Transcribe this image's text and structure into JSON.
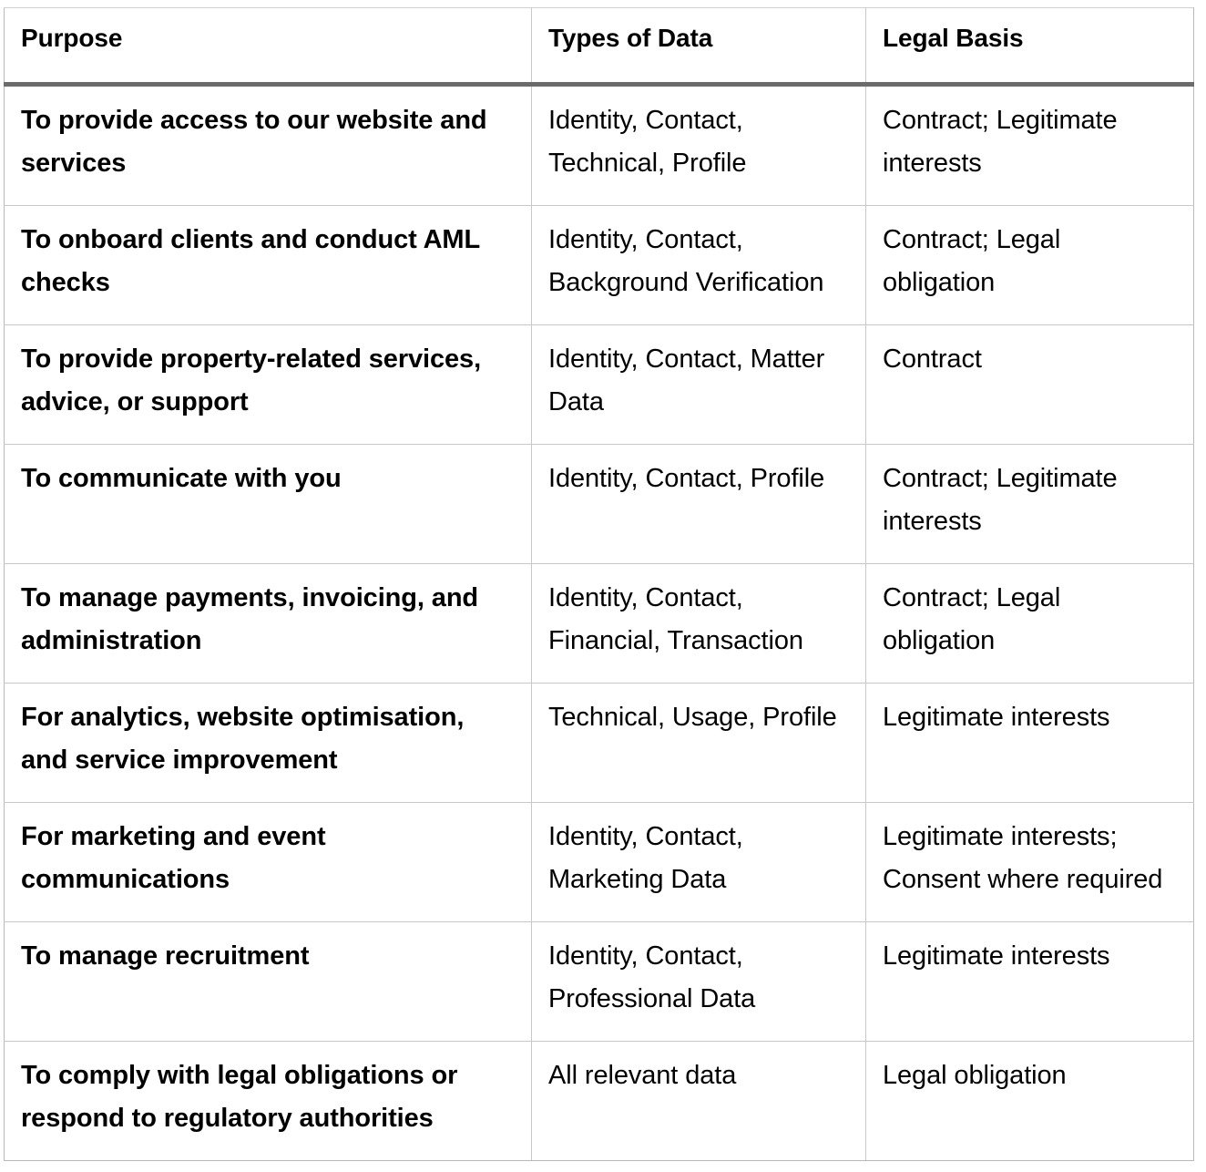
{
  "document": {
    "title": "Purpose / Types of Data / Legal Basis table",
    "accent_color": "#6b6b6b",
    "text_color": "#000000",
    "background_color": "#ffffff",
    "border_color": "#c8c8c8"
  },
  "table": {
    "headers": [
      "Purpose",
      "Types of Data",
      "Legal Basis"
    ],
    "rows": [
      {
        "purpose": "To provide access to our website and services",
        "types": "Identity, Contact, Technical, Profile",
        "legal": "Contract; Legitimate interests"
      },
      {
        "purpose": "To onboard clients and conduct AML checks",
        "types": "Identity, Contact, Background Verification",
        "legal": "Contract; Legal obligation"
      },
      {
        "purpose": "To provide property-related services, advice, or support",
        "types": "Identity, Contact, Matter Data",
        "legal": "Contract"
      },
      {
        "purpose": "To communicate with you",
        "types": "Identity, Contact, Profile",
        "legal": "Contract; Legitimate interests"
      },
      {
        "purpose": "To manage payments, invoicing, and administration",
        "types": "Identity, Contact, Financial, Transaction",
        "legal": "Contract; Legal obligation"
      },
      {
        "purpose": "For analytics, website optimisation, and service improvement",
        "types": "Technical, Usage, Profile",
        "legal": "Legitimate interests"
      },
      {
        "purpose": "For marketing and event communications",
        "types": "Identity, Contact, Marketing Data",
        "legal": "Legitimate interests; Consent where required"
      },
      {
        "purpose": "To manage recruitment",
        "types": "Identity, Contact, Professional Data",
        "legal": "Legitimate interests"
      },
      {
        "purpose": "To comply with legal obligations or respond to regulatory authorities",
        "types": "All relevant data",
        "legal": "Legal obligation"
      }
    ]
  }
}
